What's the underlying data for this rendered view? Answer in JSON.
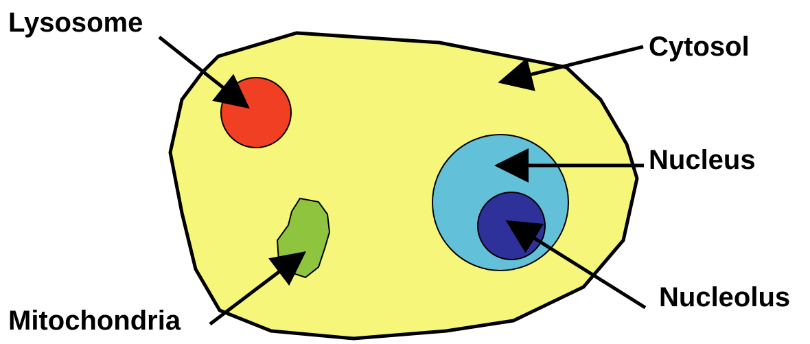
{
  "diagram": {
    "labels": {
      "lysosome": "Lysosome",
      "cytosol": "Cytosol",
      "nucleus": "Nucleus",
      "nucleolus": "Nucleolus",
      "mitochondria": "Mitochondria"
    }
  },
  "colors": {
    "cytosol": "#f6f67a",
    "lysosome": "#f13f24",
    "mitochondria": "#8fc43f",
    "nucleus": "#62c0d9",
    "nucleolus": "#2f319a",
    "outline": "#000000",
    "arrow": "#000000"
  }
}
